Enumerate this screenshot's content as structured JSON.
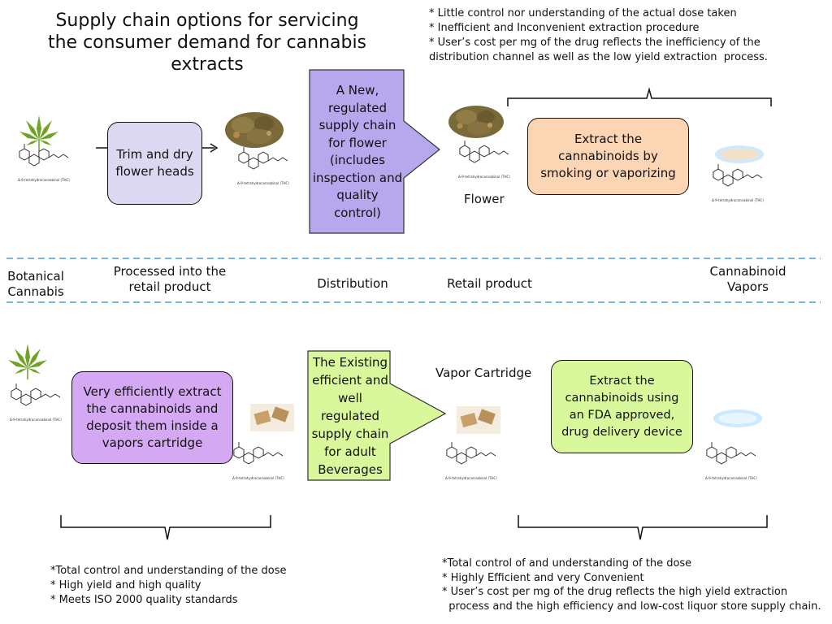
{
  "title": "Supply chain options for servicing the consumer demand for cannabis extracts",
  "top_notes": [
    "* Little control nor understanding of the actual dose taken",
    "* Inefficient and Inconvenient extraction procedure",
    "* User’s cost per mg of the drug reflects the inefficiency of the",
    "distribution channel as well as the low yield extraction  process."
  ],
  "top_row": {
    "process_box": "Trim and dry flower heads",
    "distribution_arrow": "A New, regulated supply chain for flower (includes inspection and quality control)",
    "retail_label": "Flower",
    "extract_box": "Extract the cannabinoids by smoking or vaporizing"
  },
  "stages": {
    "botanical": "Botanical Cannabis",
    "processed": "Processed into the retail product",
    "distribution": "Distribution",
    "retail": "Retail product",
    "vapors": "Cannabinoid Vapors"
  },
  "bottom_row": {
    "process_box": "Very efficiently extract the cannabinoids  and deposit them inside a vapors  cartridge",
    "distribution_arrow": "The Existing efficient and well regulated supply chain for adult Beverages",
    "retail_label": "Vapor Cartridge",
    "extract_box": "Extract the cannabinoids using an FDA approved, drug delivery device"
  },
  "bottom_left_notes": [
    "*Total control and understanding of the dose",
    "* High yield and high quality",
    "* Meets ISO 2000 quality standards"
  ],
  "bottom_right_notes": [
    "*Total control of and understanding of the dose",
    "* Highly Efficient and very Convenient",
    "* User’s cost per mg of the drug reflects the high yield extraction",
    "  process and the high efficiency and low-cost liquor store supply chain."
  ],
  "molecule_caption": "Δ-9-tetrahydrocannabinol (THC)",
  "colors": {
    "lavender_box": "#ddd8f2",
    "purple_arrow": "#b7a8ee",
    "peach_box": "#fcd5b5",
    "violet_box": "#d4a8f2",
    "green": "#d9f79b",
    "dash": "#7ab7e0",
    "leaf": "#6fa326",
    "flower": "#7a6a3a",
    "cloud_light": "#f4e1c9",
    "cloud_blue": "#cbe9ff"
  }
}
